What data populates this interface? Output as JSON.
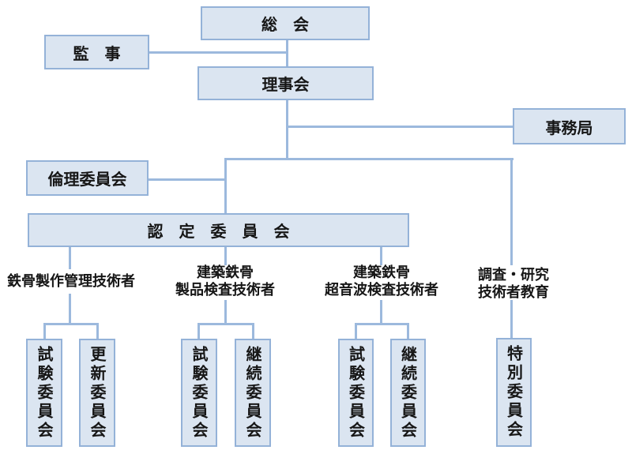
{
  "colors": {
    "box_fill": "#dbe5f1",
    "box_border": "#94b2d8",
    "connector_line": "#9cb9dd",
    "text": "#161616",
    "background": "#ffffff"
  },
  "org_chart": {
    "general_assembly": "総　会",
    "auditor": "監　事",
    "board_of_directors": "理事会",
    "secretariat": "事務局",
    "ethics_committee": "倫理委員会",
    "certification_committee": "認　定　委　員　会",
    "branches": [
      {
        "line1": "鉄骨製作管理技術者"
      },
      {
        "line1": "建築鉄骨",
        "line2": "製品検査技術者"
      },
      {
        "line1": "建築鉄骨",
        "line2": "超音波検査技術者"
      },
      {
        "line1": "調査・研究",
        "line2": "技術者教育"
      }
    ],
    "committees": [
      "試験委員会",
      "更新委員会",
      "試験委員会",
      "継続委員会",
      "試験委員会",
      "継続委員会",
      "特別委員会"
    ]
  }
}
